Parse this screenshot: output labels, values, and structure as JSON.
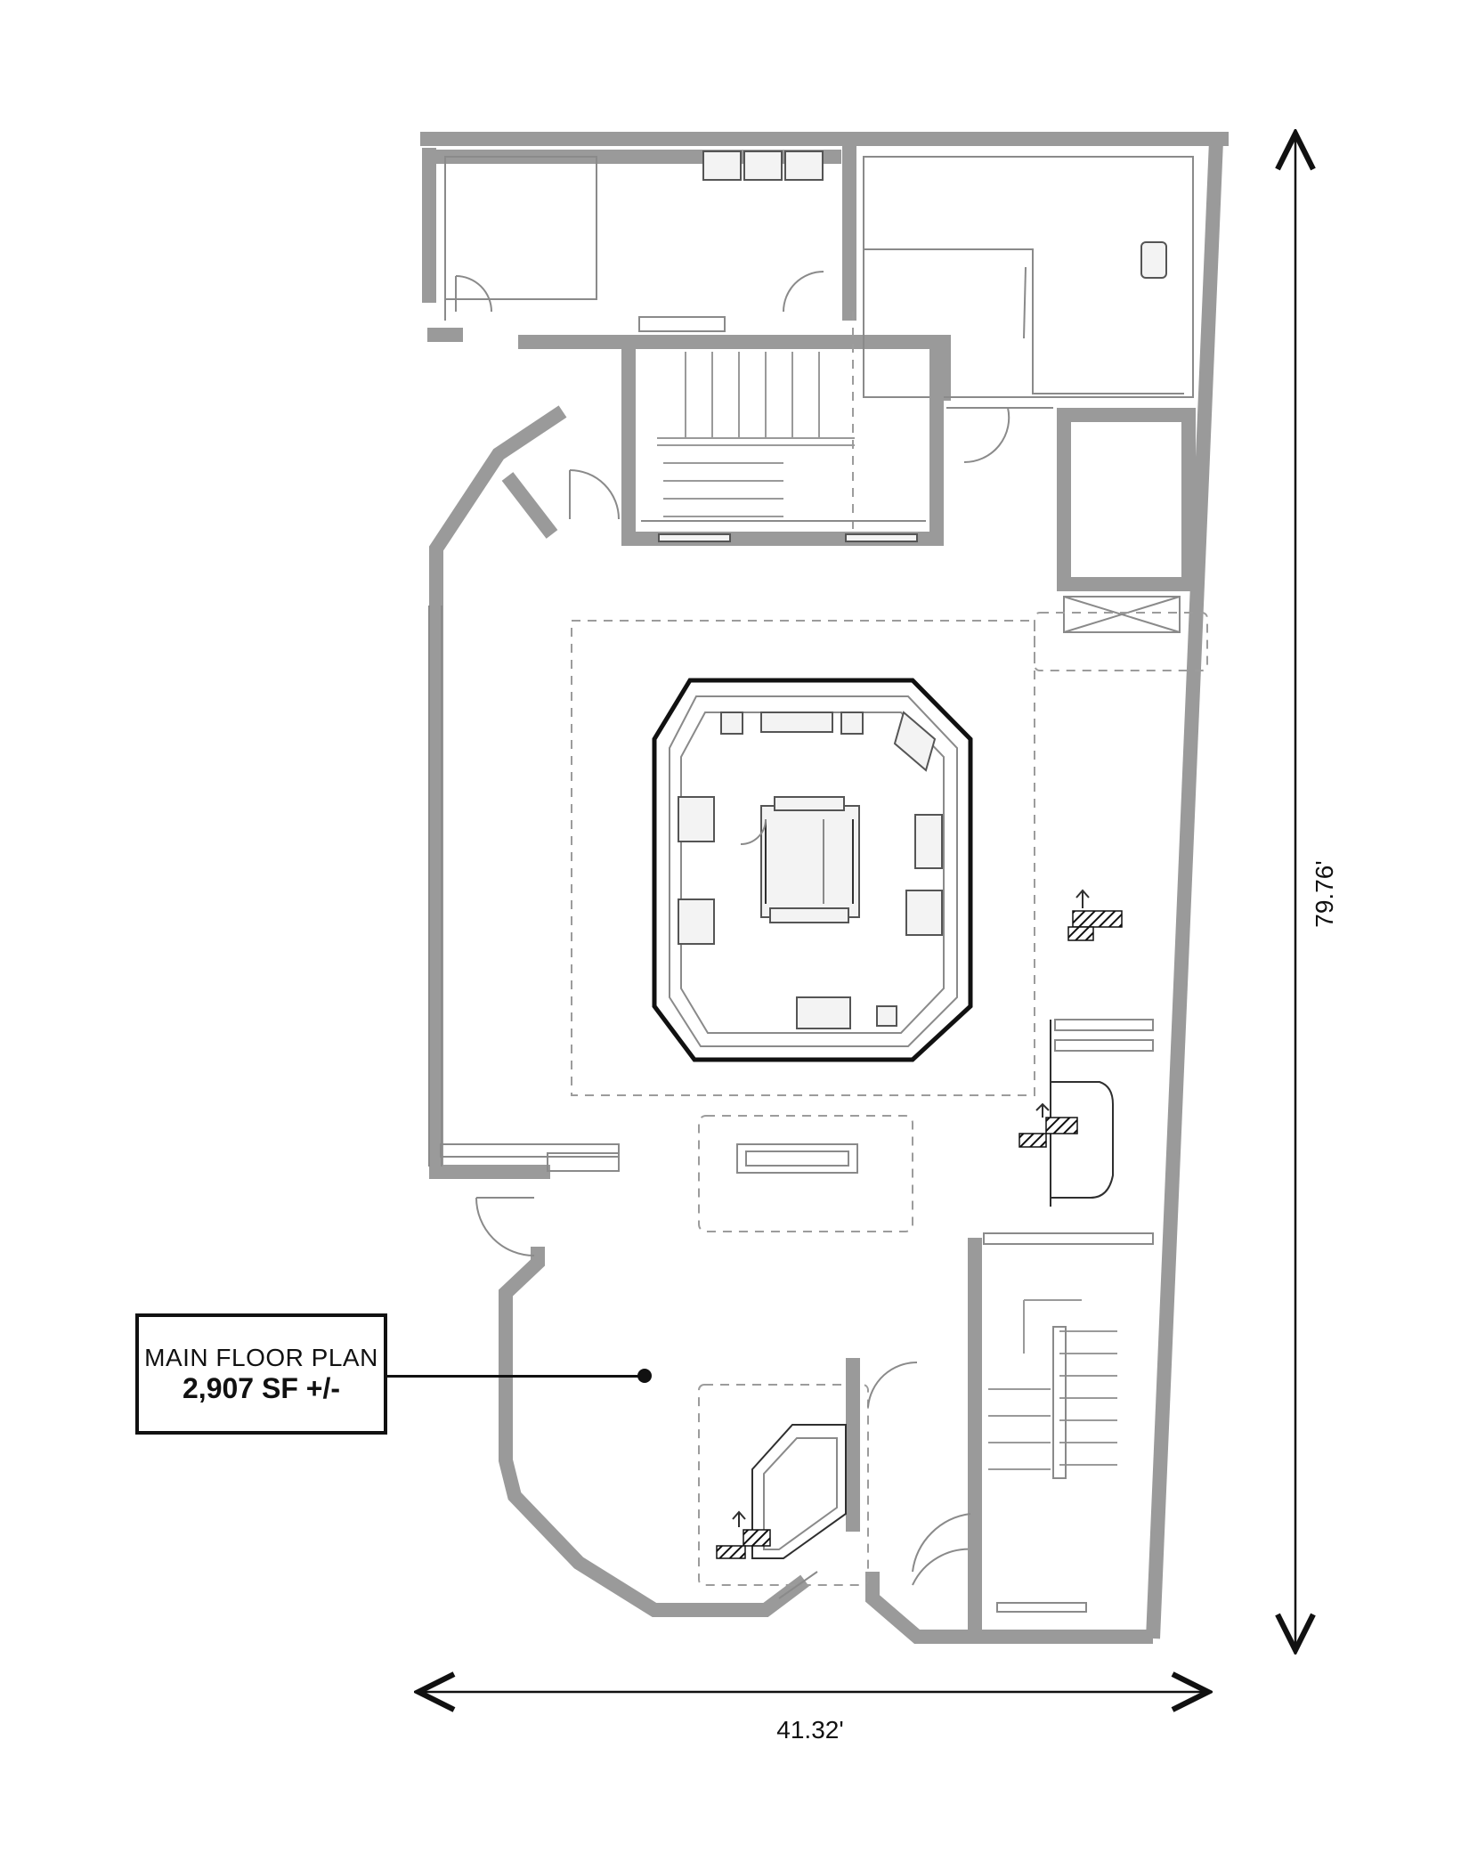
{
  "plan": {
    "title": "MAIN FLOOR PLAN",
    "area": "2,907 SF +/-",
    "dimension_width": "41.32'",
    "dimension_height": "79.76'"
  },
  "colors": {
    "walls": "#d9d9d9",
    "lines": "#8c8c8c",
    "ink": "#111111",
    "background": "#ffffff"
  }
}
